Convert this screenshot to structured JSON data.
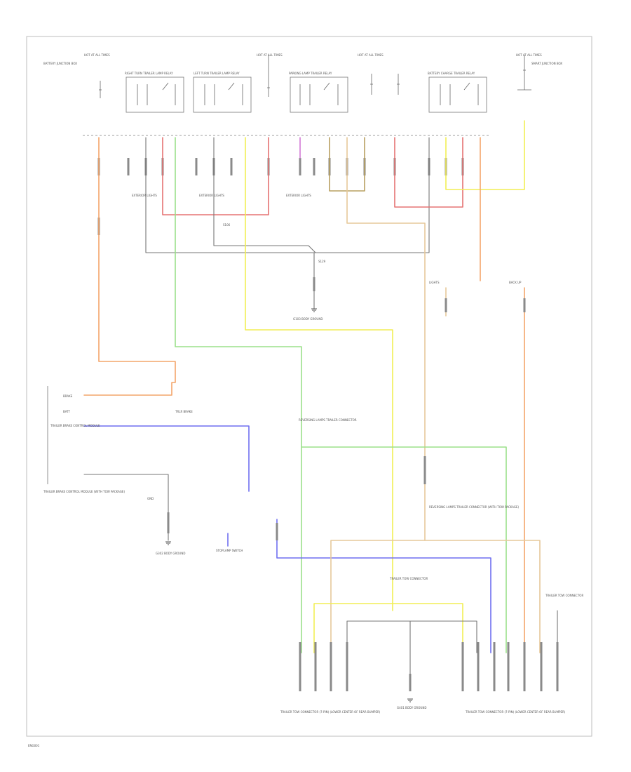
{
  "diagram": {
    "colors": {
      "red": "#e57373",
      "orange": "#f4a56a",
      "yellow": "#f2ee55",
      "green": "#9be08a",
      "blue": "#6f6ff0",
      "gray": "#777777",
      "tan": "#e6c89a",
      "violet": "#d27ad6"
    },
    "labels": {
      "top_left_desc": "BATTERY JUNCTION BOX",
      "hot_at_1": "HOT AT ALL TIMES",
      "hot_at_2": "HOT AT ALL TIMES",
      "hot_at_3": "HOT AT ALL TIMES",
      "hot_at_4": "HOT AT ALL TIMES",
      "relay_1": "RIGHT TURN TRAILER LAMP RELAY",
      "relay_2": "LEFT TURN TRAILER LAMP RELAY",
      "relay_3": "PARKING LAMP TRAILER RELAY",
      "relay_4": "BATTERY CHARGE TRAILER RELAY",
      "right_desc": "SMART JUNCTION BOX",
      "ext_1": "EXTERIOR LIGHTS",
      "ext_2": "EXTERIOR LIGHTS",
      "ext_3": "EXTERIOR LIGHTS",
      "splice_1": "S106",
      "splice_2": "S129",
      "ground_1": "G103 BODY GROUND",
      "left_module": "TRAILER BRAKE CONTROL MODULE",
      "module_note": "TRAILER BRAKE CONTROL MODULE (WITH TOW PACKAGE)",
      "pin_1": "BRAKE",
      "pin_2": "BATT",
      "pin_3": "TRLR BRAKE",
      "pin_4": "GND",
      "ground_2": "G302 BODY GROUND",
      "stoplamp_note": "STOPLAMP SWITCH",
      "mid_text_1": "REVERSING LAMPS TRAILER CONNECTOR",
      "mid_text_2": "REVERSING LAMPS TRAILER CONNECTOR (WITH TOW PACKAGE)",
      "mid_text_3": "TRAILER TOW CONNECTOR",
      "left_right_1": "LIGHTS",
      "left_right_2": "BACK UP",
      "ground_3": "G401 BODY GROUND",
      "bottom_left_conn": "TRAILER TOW CONNECTOR (7-PIN) (LOWER CENTER OF REAR BUMPER)",
      "bottom_right_conn": "TRAILER TOW CONNECTOR (7-PIN) (LOWER CENTER OF REAR BUMPER)",
      "right_small": "TRAILER TOW CONNECTOR",
      "footer_code": "ENG001"
    }
  }
}
